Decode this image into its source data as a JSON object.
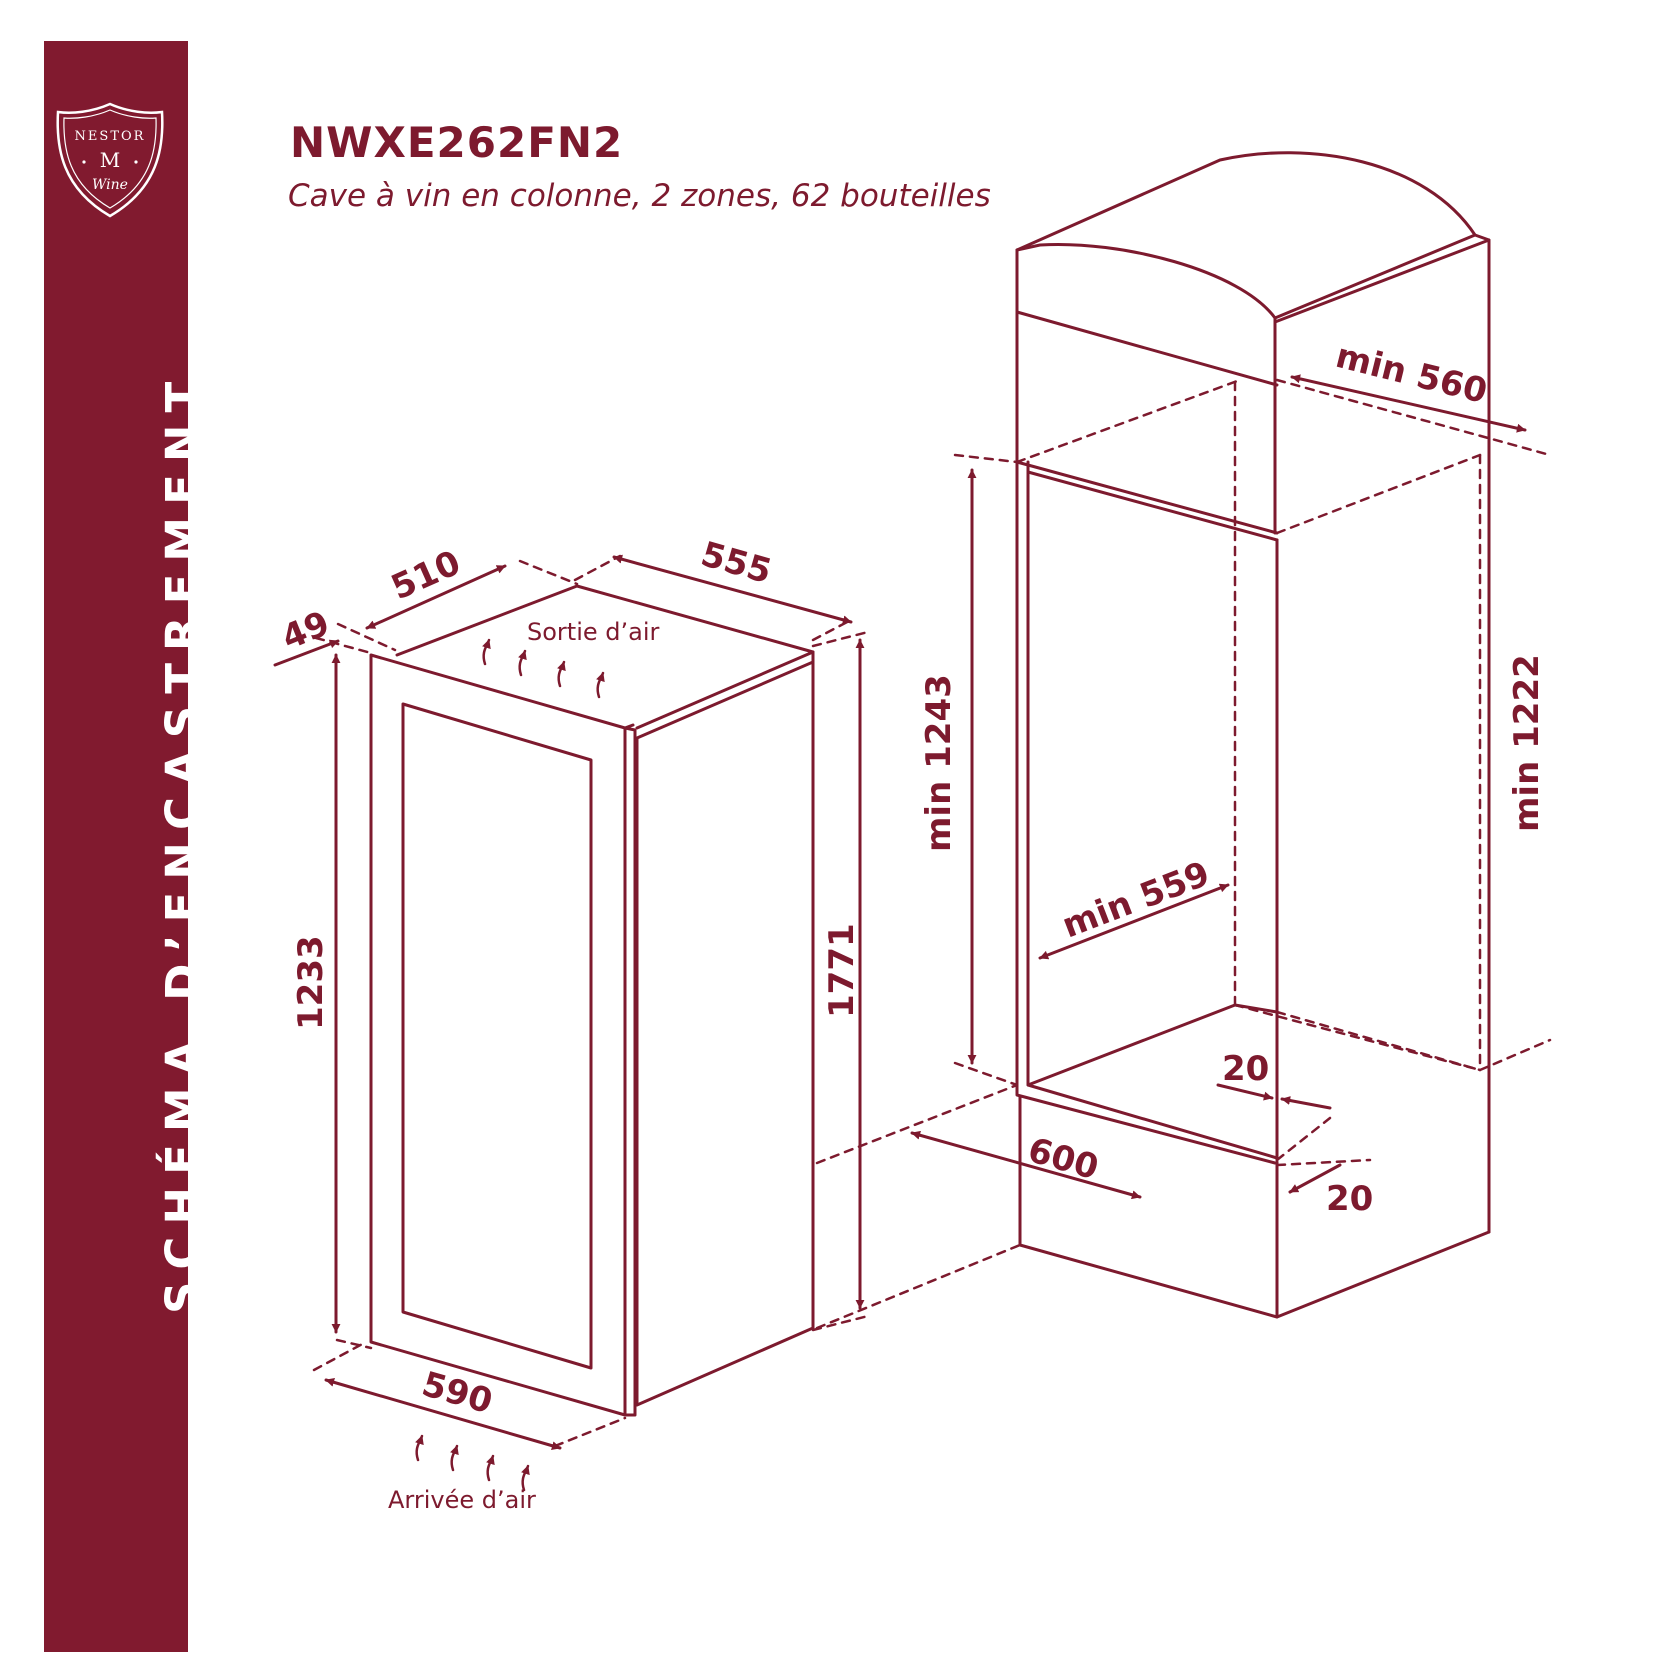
{
  "sidebar": {
    "title": "SCHÉMA D’ENCASTREMENT"
  },
  "logo": {
    "top": "NESTOR",
    "mid": "M",
    "bottom": "Wine"
  },
  "header": {
    "model": "NWXE262FN2",
    "subtitle": "Cave à vin en colonne, 2 zones, 62 bouteilles"
  },
  "appliance": {
    "dim_depth": "510",
    "dim_width_top": "555",
    "dim_door": "49",
    "dim_inner_height": "1233",
    "dim_height": "1771",
    "dim_width": "590",
    "air_out": "Sortie d’air",
    "air_in": "Arrivée d’air"
  },
  "niche": {
    "min_width_top": "min 560",
    "min_height": "min 1243",
    "min_width": "min 559",
    "min_height_back": "min 1222",
    "dim_depth": "600",
    "gap_top": "20",
    "gap_bottom": "20"
  },
  "colors": {
    "brand": "#811a2f",
    "line": "#7d1a2e"
  }
}
